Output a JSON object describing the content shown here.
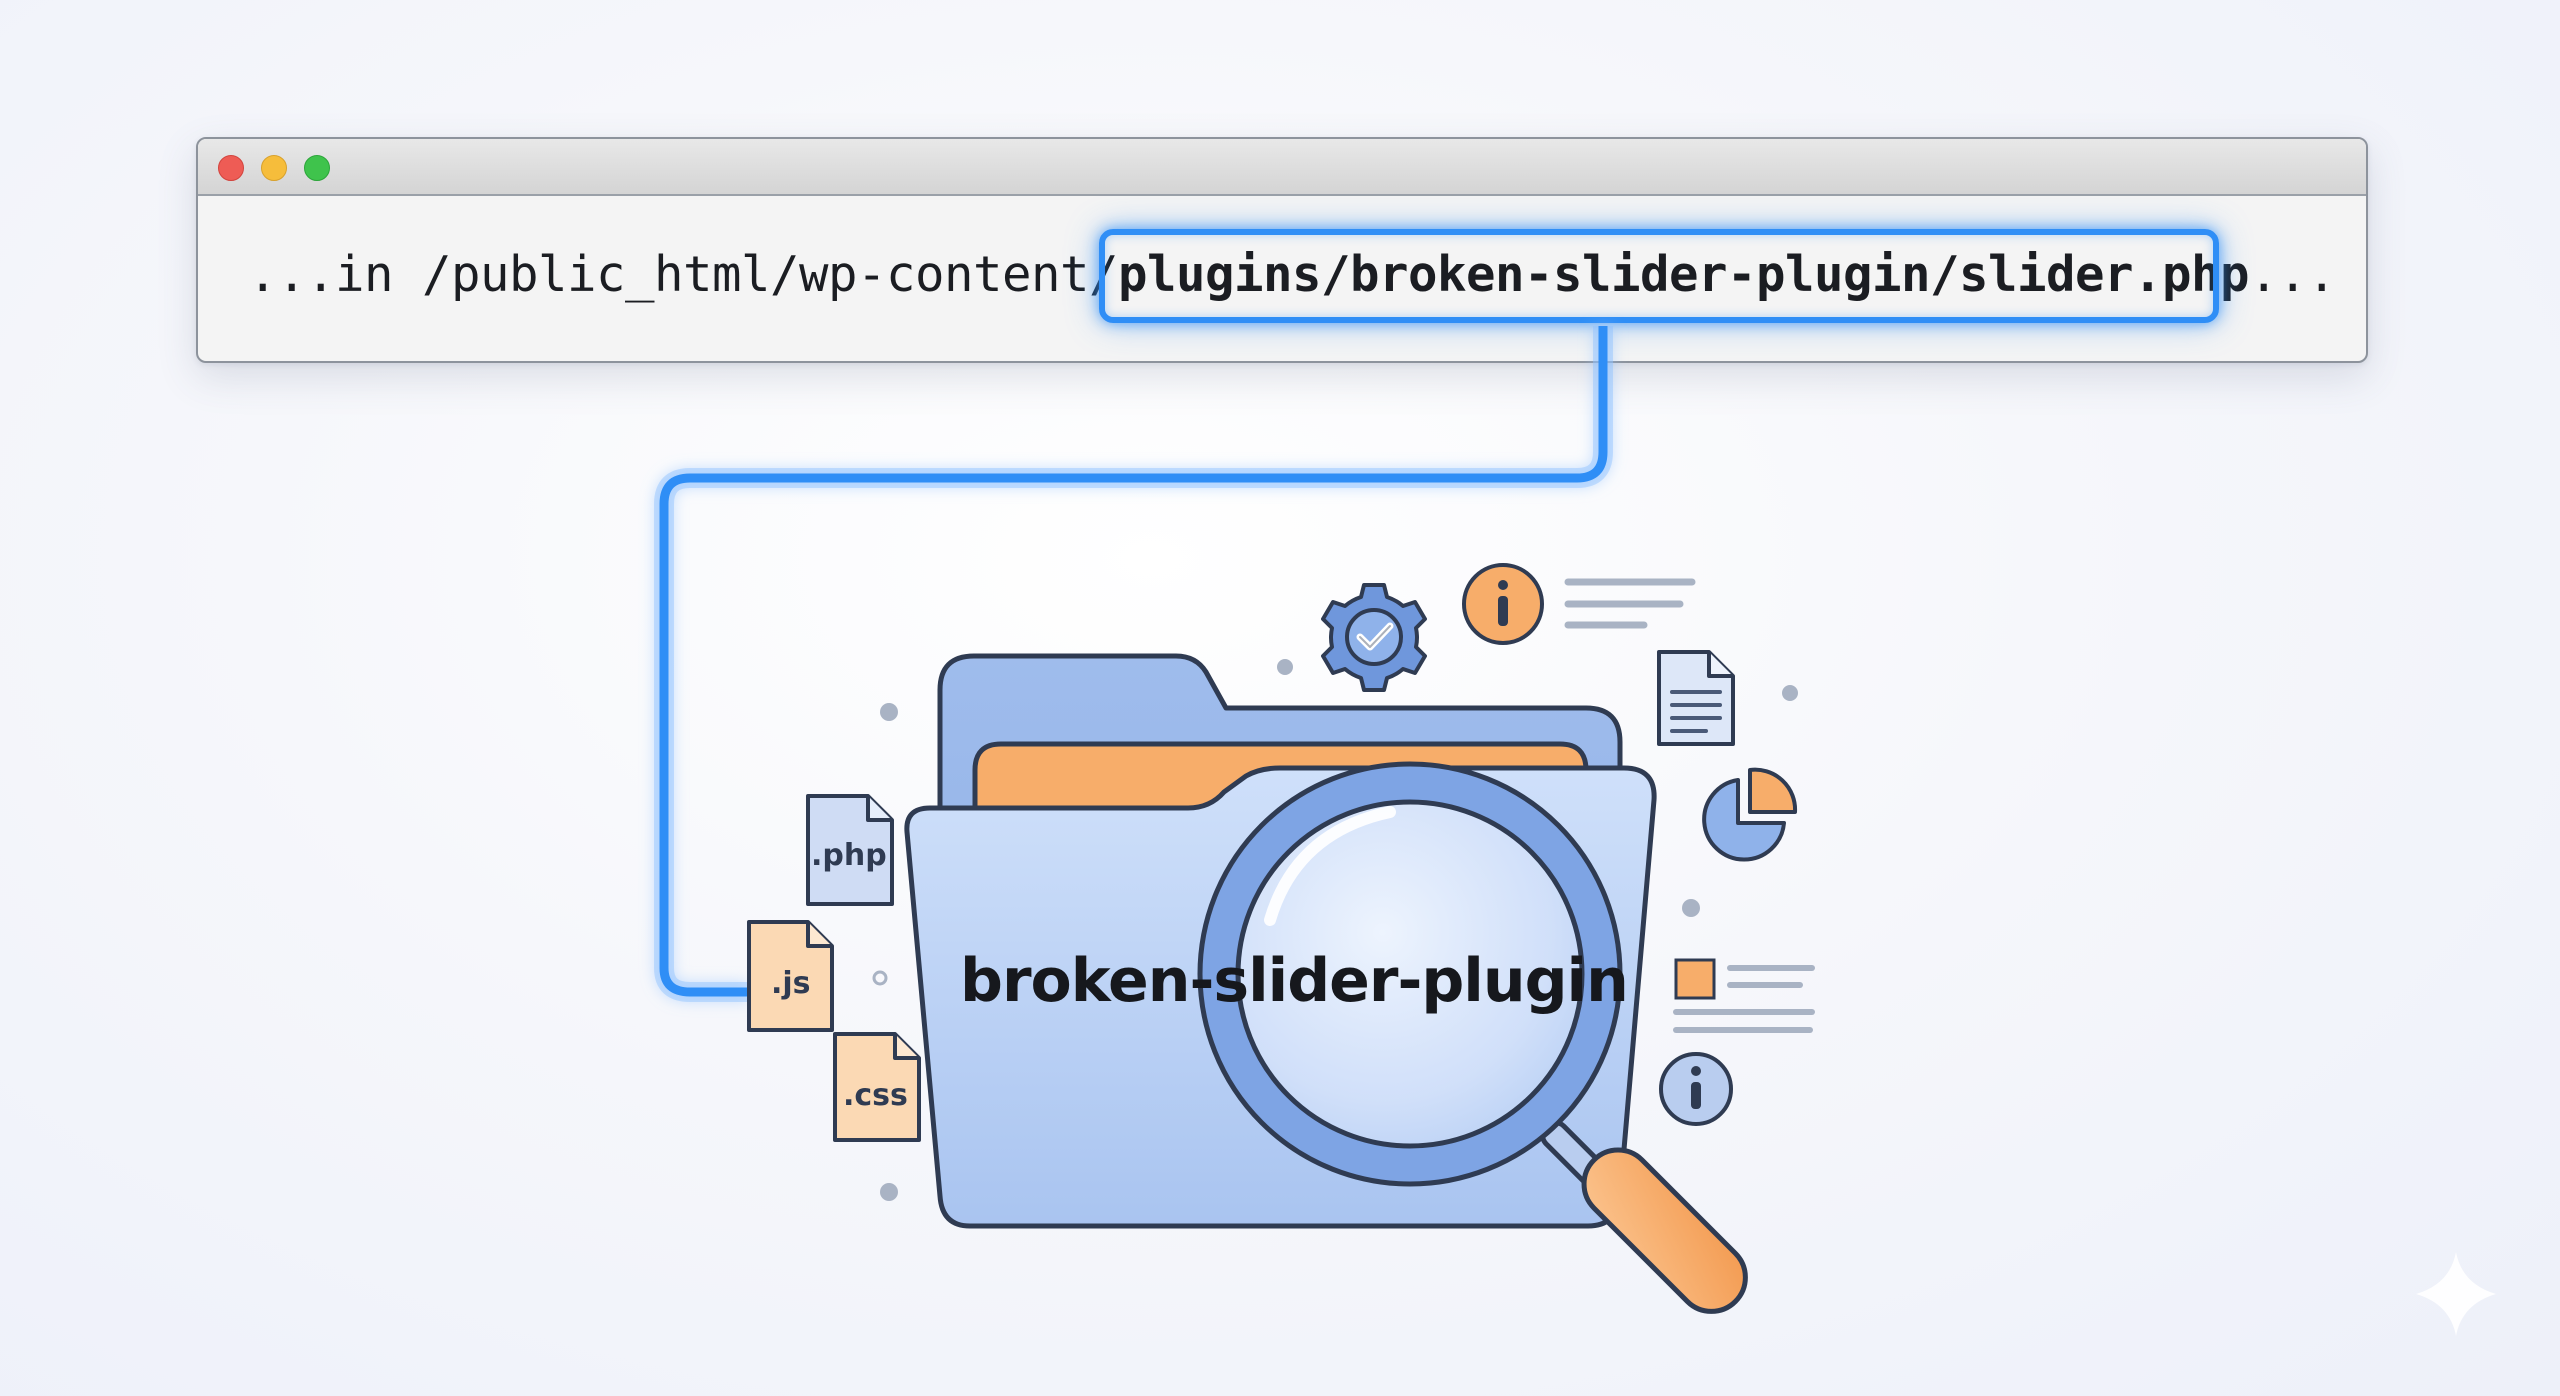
{
  "path": {
    "prefix": "...in /public_html/wp-content/",
    "highlighted": "plugins/broken-slider-plugin/slider.php",
    "suffix": "..."
  },
  "folder": {
    "label": "broken-slider-plugin"
  },
  "files": {
    "php": ".php",
    "js": ".js",
    "css": ".css"
  },
  "icons": {
    "settings": "gear-check-icon",
    "info_top": "info-icon",
    "info_bottom": "info-icon",
    "document": "document-icon",
    "pie": "pie-chart-icon",
    "magnifier": "magnifier-icon",
    "sparkle": "sparkle-icon"
  },
  "colors": {
    "accent_blue": "#2f8ef6",
    "folder_blue": "#b8cff3",
    "folder_orange": "#f7ad6a",
    "outline": "#2f3b52"
  }
}
